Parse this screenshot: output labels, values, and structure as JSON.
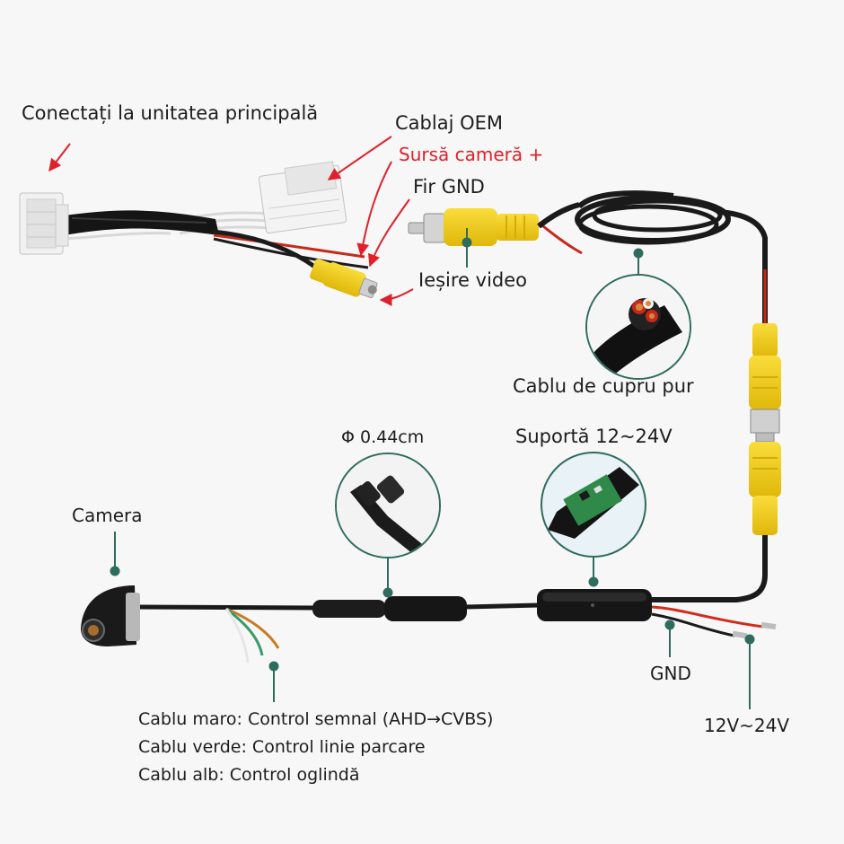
{
  "labels": {
    "main_unit": "Conectați la unitatea principală",
    "oem_harness": "Cablaj OEM",
    "camera_source": "Sursă cameră +",
    "gnd_wire": "Fir GND",
    "video_out": "Ieșire video",
    "copper_cable": "Cablu de cupru pur",
    "diameter": "Φ 0.44cm",
    "support_voltage": "Suportă 12~24V",
    "camera": "Camera",
    "gnd": "GND",
    "voltage_range": "12V~24V"
  },
  "legend": [
    "Cablu maro: Control semnal (AHD→CVBS)",
    "Cablu verde: Control linie parcare",
    "Cablu alb: Control oglindă"
  ],
  "colors": {
    "rca_yellow": "#f3cd16",
    "wire_red": "#d42a1c",
    "accent_red": "#e0202a",
    "annotation_green": "#2f6c5e",
    "cable_black": "#1b1b1b"
  }
}
